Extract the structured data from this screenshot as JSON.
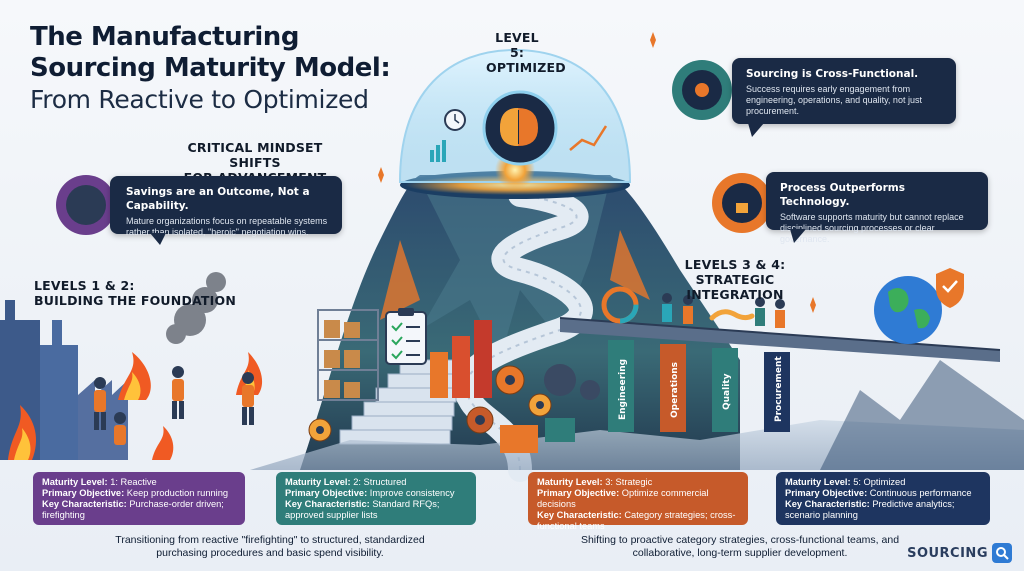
{
  "title": {
    "line1": "The Manufacturing",
    "line2": "Sourcing Maturity Model:",
    "line3": "From Reactive to Optimized"
  },
  "headings": {
    "mindset_line1": "CRITICAL MINDSET SHIFTS",
    "mindset_line2": "FOR ADVANCEMENT",
    "levels12_line1": "LEVELS 1 & 2:",
    "levels12_line2": "BUILDING THE FOUNDATION",
    "level5_line1": "LEVEL 5:",
    "level5_line2": "OPTIMIZED",
    "levels34_line1": "LEVELS 3 & 4:",
    "levels34_line2": "STRATEGIC INTEGRATION"
  },
  "bubbles": {
    "savings": {
      "head": "Savings are an Outcome, Not a Capability.",
      "body": "Mature organizations focus on repeatable systems rather than isolated, \"heroic\" negotiation wins."
    },
    "cross": {
      "head": "Sourcing is Cross-Functional.",
      "body": "Success requires early engagement from engineering, operations, and quality, not just procurement."
    },
    "process": {
      "head": "Process Outperforms Technology.",
      "body": "Software supports maturity but cannot replace disciplined sourcing processes or clear governance."
    }
  },
  "pillars": [
    "Engineering",
    "Operations",
    "Quality",
    "Procurement"
  ],
  "cards": [
    {
      "level_label": "Maturity Level:",
      "level_value": " 1: Reactive",
      "objective_label": "Primary Objective:",
      "objective_value": " Keep production running",
      "char_label": "Key Characteristic:",
      "char_value": " Purchase-order driven; firefighting"
    },
    {
      "level_label": "Maturity Level:",
      "level_value": " 2: Structured",
      "objective_label": "Primary Objective:",
      "objective_value": " Improve consistency",
      "char_label": "Key Characteristic:",
      "char_value": " Standard RFQs; approved supplier lists"
    },
    {
      "level_label": "Maturity Level:",
      "level_value": " 3: Strategic",
      "objective_label": "Primary Objective:",
      "objective_value": " Optimize commercial decisions",
      "char_label": "Key Characteristic:",
      "char_value": " Category strategies; cross-functional teams"
    },
    {
      "level_label": "Maturity Level:",
      "level_value": " 5: Optimized",
      "objective_label": "Primary Objective:",
      "objective_value": " Continuous performance",
      "char_label": "Key Characteristic:",
      "char_value": " Predictive analytics; scenario planning"
    }
  ],
  "captions": {
    "left": "Transitioning from reactive \"firefighting\" to structured, standardized purchasing procedures and basic spend visibility.",
    "right": "Shifting to proactive category strategies, cross-functional teams, and collaborative, long-term supplier development."
  },
  "logo": {
    "text": "SOURCING"
  },
  "colors": {
    "level1": "#6a3e8c",
    "level2": "#2f7d7a",
    "level3": "#c65a2a",
    "level5": "#1e3560",
    "bubble": "#1a2a45",
    "accent_orange": "#e8772a",
    "accent_teal": "#2aa6b8"
  },
  "icons": [
    "brain-icon",
    "gear-icon",
    "globe-icon",
    "shield-check-icon",
    "clipboard-icon",
    "factory-icon",
    "fire-icon",
    "handshake-icon",
    "network-icon",
    "lock-icon",
    "clock-icon"
  ]
}
